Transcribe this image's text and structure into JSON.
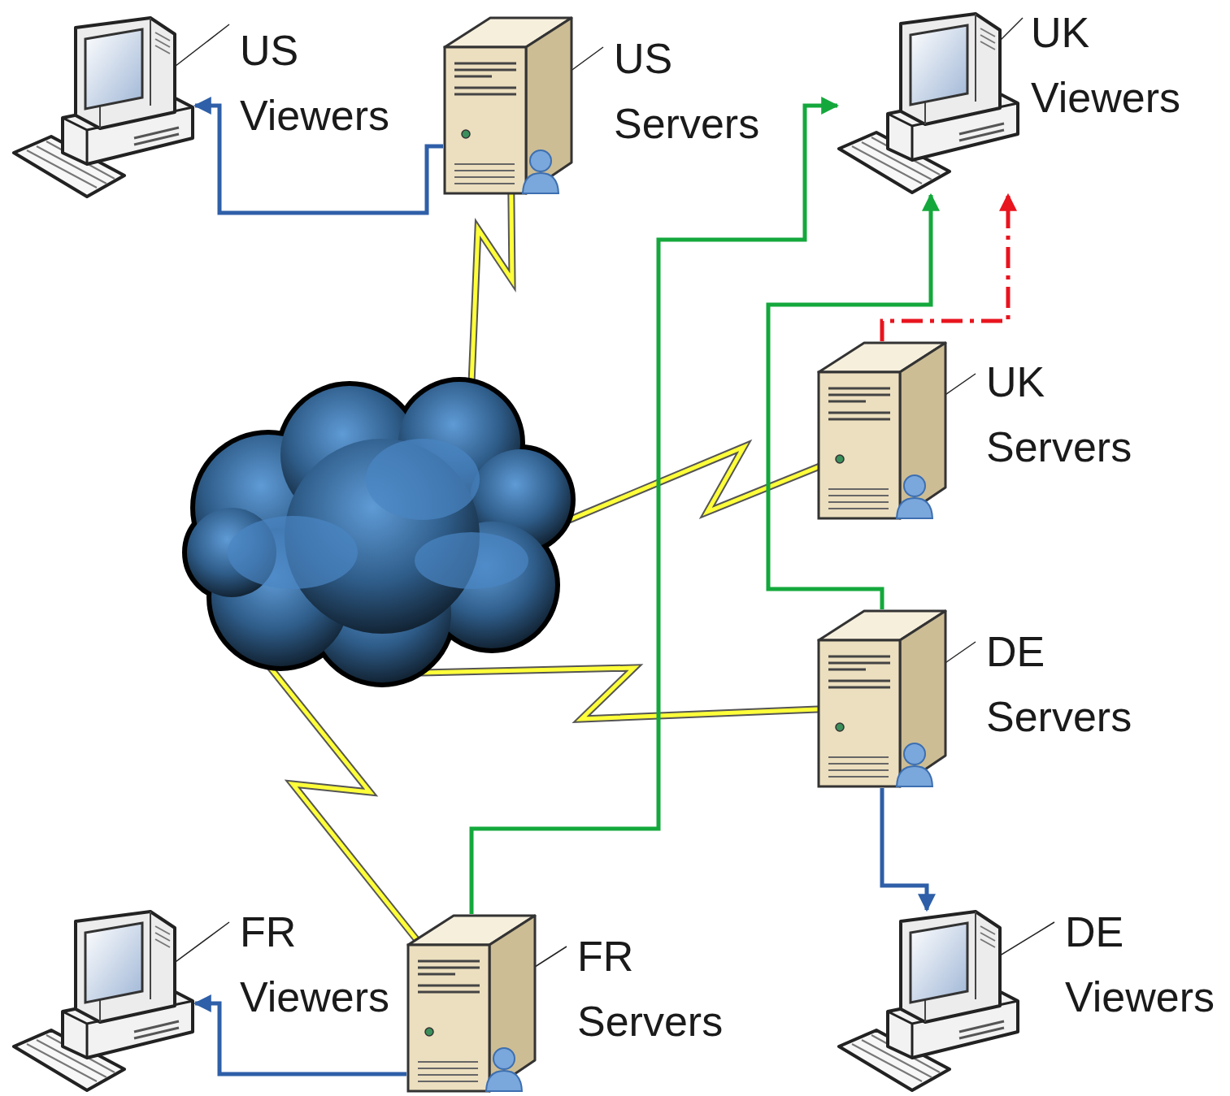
{
  "diagram": {
    "nodes": [
      {
        "text": [
          "US Viewers"
        ]
      },
      {
        "text": [
          "US Servers"
        ]
      },
      {
        "text": [
          "UK Viewers"
        ]
      },
      {
        "text": [
          "UK Servers"
        ]
      },
      {
        "text": [
          "DE Servers"
        ]
      },
      {
        "text": [
          "FR Viewers"
        ]
      },
      {
        "text": [
          "FR Servers"
        ]
      },
      {
        "text": [
          "DE Viewers"
        ]
      }
    ],
    "edges": [
      {
        "from": 1,
        "to": 0,
        "arrow": "to"
      },
      {
        "from": 4,
        "to": 7,
        "arrow": "to"
      },
      {
        "from": 6,
        "to": 5,
        "arrow": "to"
      },
      {
        "from": 6,
        "to": 2,
        "arrow": "to"
      },
      {
        "from": 4,
        "to": 2,
        "arrow": "to"
      },
      {
        "from": 3,
        "to": 2,
        "arrow": "to"
      }
    ]
  }
}
